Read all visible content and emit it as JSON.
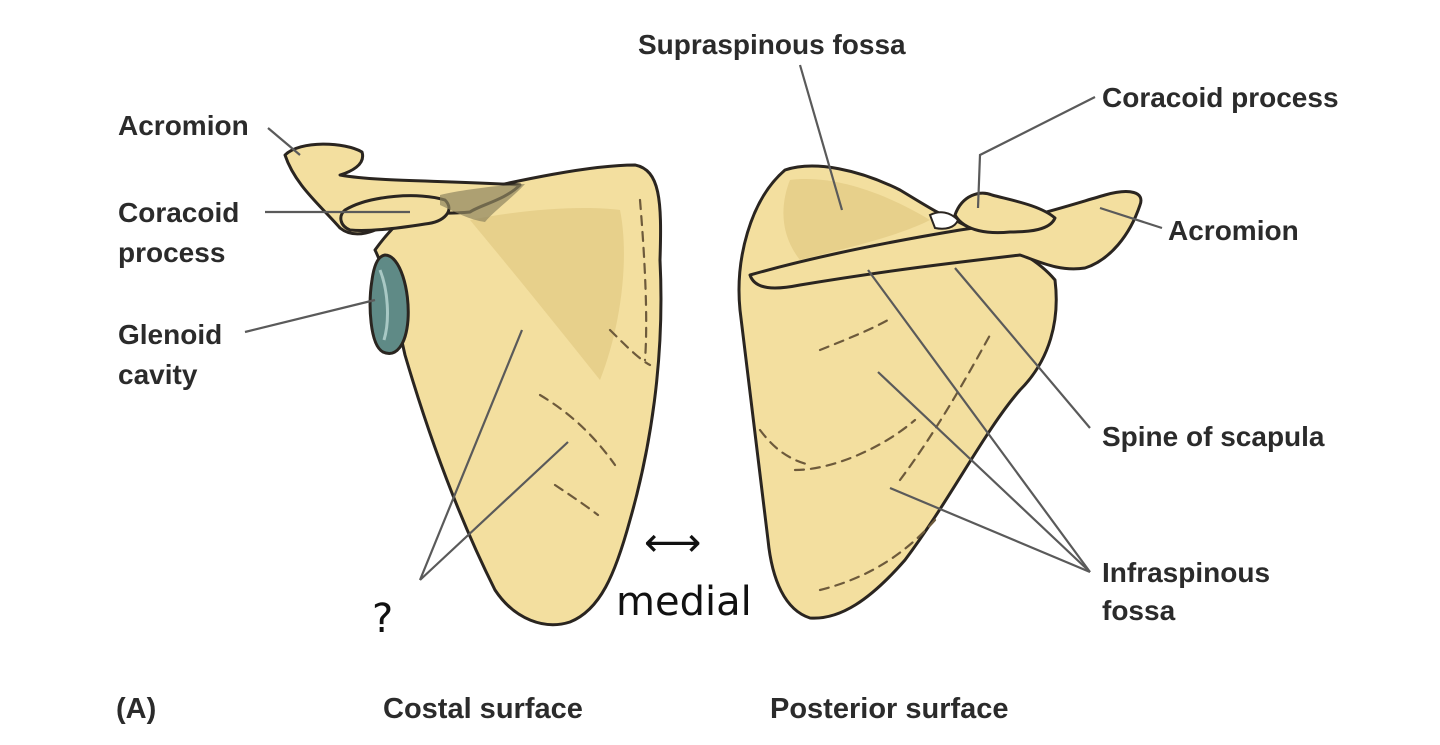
{
  "labels": {
    "supraspinous_fossa": "Supraspinous fossa",
    "coracoid_process_right": "Coracoid process",
    "acromion_left": "Acromion",
    "coracoid_line1": "Coracoid",
    "coracoid_line2": "process",
    "glenoid_line1": "Glenoid",
    "glenoid_line2": "cavity",
    "acromion_right": "Acromion",
    "spine_of_scapula": "Spine of scapula",
    "infraspinous_line1": "Infraspinous",
    "infraspinous_line2": "fossa"
  },
  "captions": {
    "panel": "(A)",
    "costal": "Costal surface",
    "posterior": "Posterior surface"
  },
  "annotations": {
    "question": "?",
    "medial": "medial",
    "arrow": "⟷"
  },
  "colors": {
    "bone": "#f3df9f",
    "glenoid": "#5f8a86",
    "text": "#2b2b2b"
  }
}
